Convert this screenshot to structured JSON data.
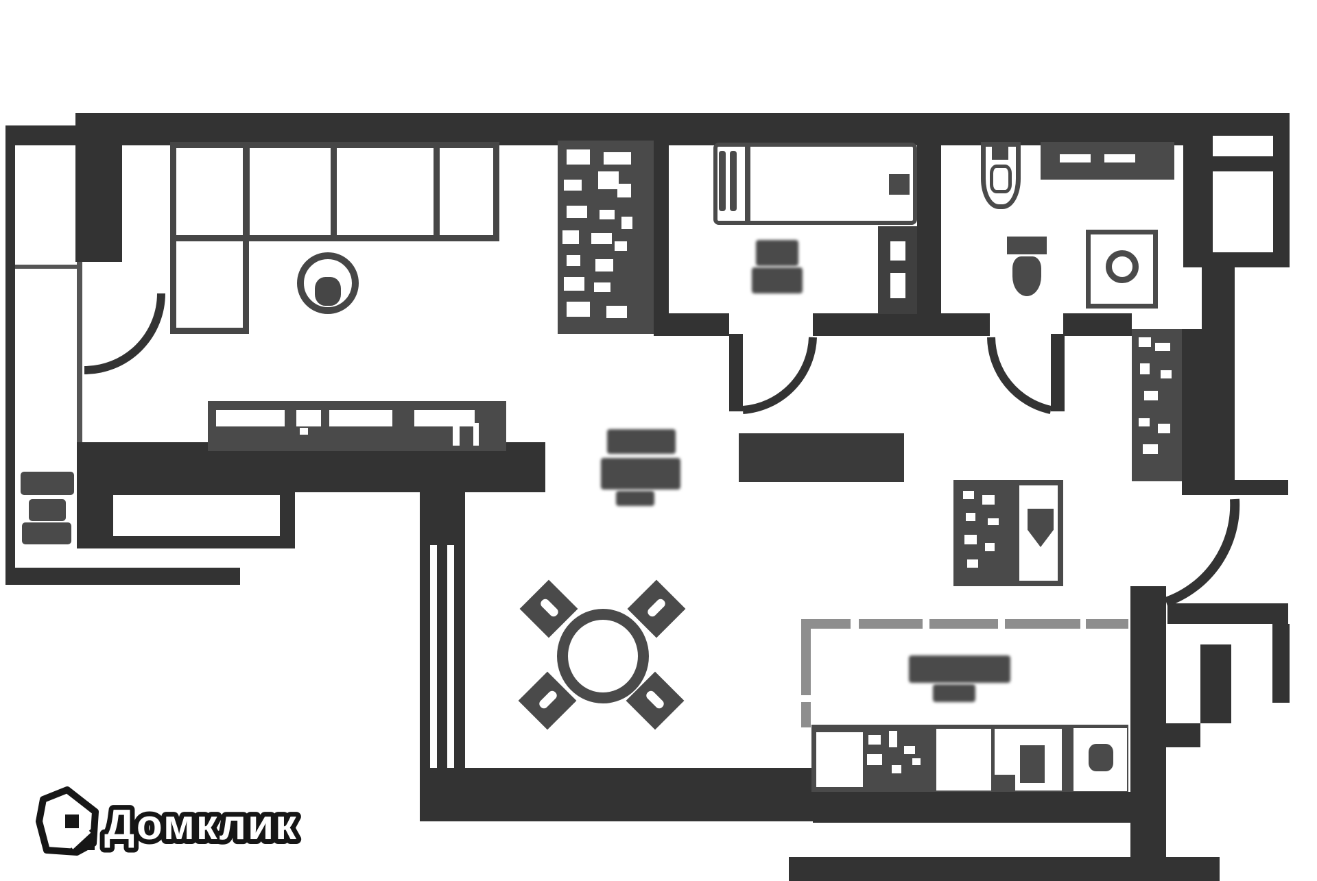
{
  "logo": {
    "text": "Домклик",
    "icon": "house-icon"
  },
  "palette": {
    "wall": "#333333",
    "furniture": "#4a4a4a",
    "furniture_line": "#464646",
    "kitchen_zone_outline": "#8e8e8e",
    "background": "#ffffff",
    "logo_fill": "#ffffff",
    "logo_outline": "#161616"
  },
  "plan": {
    "type": "apartment-floor-plan",
    "room_labels": [
      {
        "id": "living-room-label",
        "text": "",
        "legible": false
      },
      {
        "id": "bedroom-label",
        "text": "",
        "legible": false
      },
      {
        "id": "kitchen-label",
        "text": "",
        "legible": false
      }
    ]
  }
}
